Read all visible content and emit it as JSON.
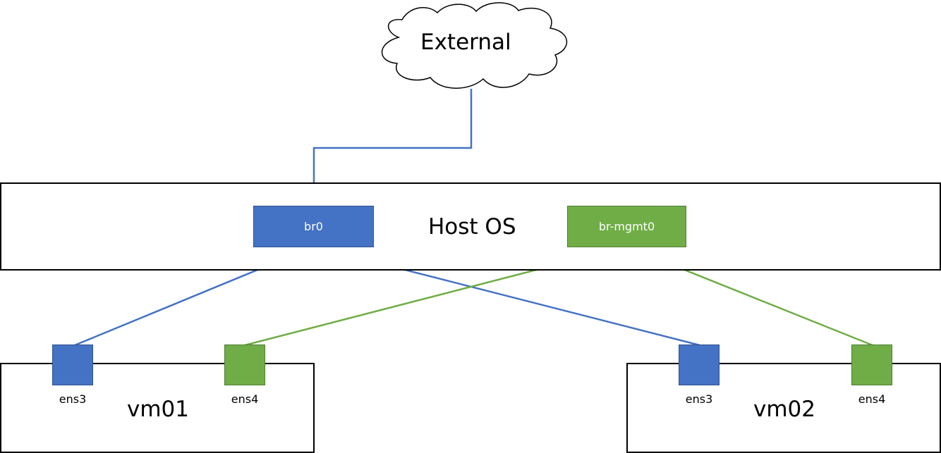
{
  "colors": {
    "blue_fill": "#4472c4",
    "blue_stroke": "#2f528f",
    "green_fill": "#70ad47",
    "green_stroke": "#507e32",
    "border": "#000000"
  },
  "cloud": {
    "label": "External",
    "icon": "cloud-icon"
  },
  "host": {
    "label": "Host OS",
    "bridges": [
      {
        "id": "br0",
        "label": "br0",
        "color": "blue"
      },
      {
        "id": "br-mgmt0",
        "label": "br-mgmt0",
        "color": "green"
      }
    ]
  },
  "vms": [
    {
      "label": "vm01",
      "ports": [
        {
          "label": "ens3",
          "color": "blue"
        },
        {
          "label": "ens4",
          "color": "green"
        }
      ]
    },
    {
      "label": "vm02",
      "ports": [
        {
          "label": "ens3",
          "color": "blue"
        },
        {
          "label": "ens4",
          "color": "green"
        }
      ]
    }
  ]
}
